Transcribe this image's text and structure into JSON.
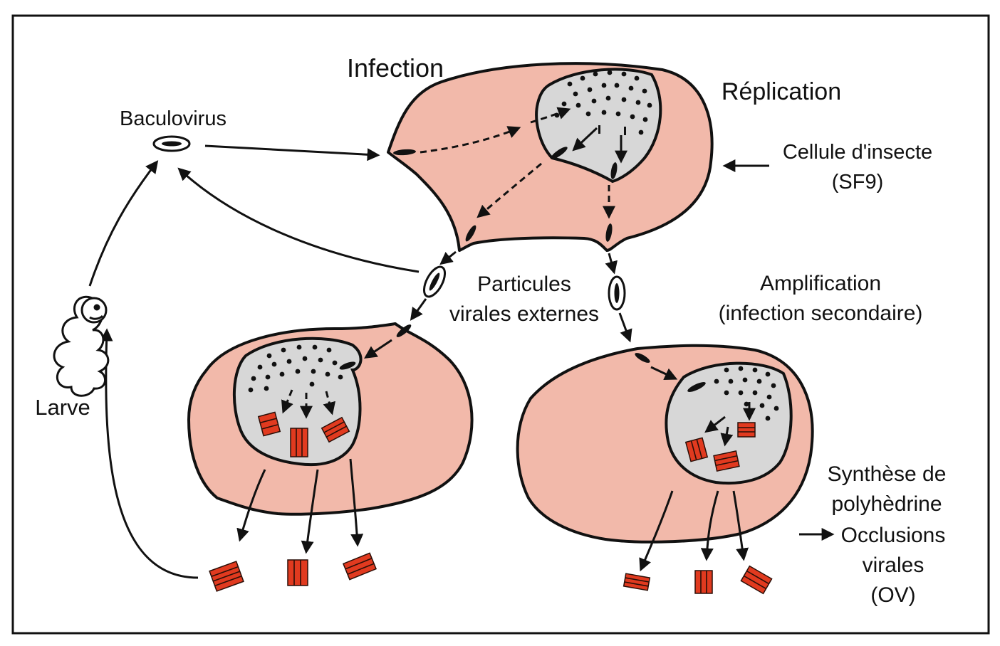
{
  "labels": {
    "infection": "Infection",
    "replication": "Réplication",
    "baculovirus": "Baculovirus",
    "cell_line1": "Cellule d'insecte",
    "cell_line2": "(SF9)",
    "particles_line1": "Particules",
    "particles_line2": "virales externes",
    "amplification_line1": "Amplification",
    "amplification_line2": "(infection secondaire)",
    "larva": "Larve",
    "synthesis_line1": "Synthèse de",
    "synthesis_line2": "polyhèdrine",
    "occlusions_line1": "Occlusions",
    "occlusions_line2": "virales",
    "occlusions_line3": "(OV)"
  },
  "colors": {
    "cell_fill": "#f2b9aa",
    "nucleus_fill": "#d7d7d7",
    "occlusion_body": "#e13a1f",
    "outline": "#111111"
  }
}
